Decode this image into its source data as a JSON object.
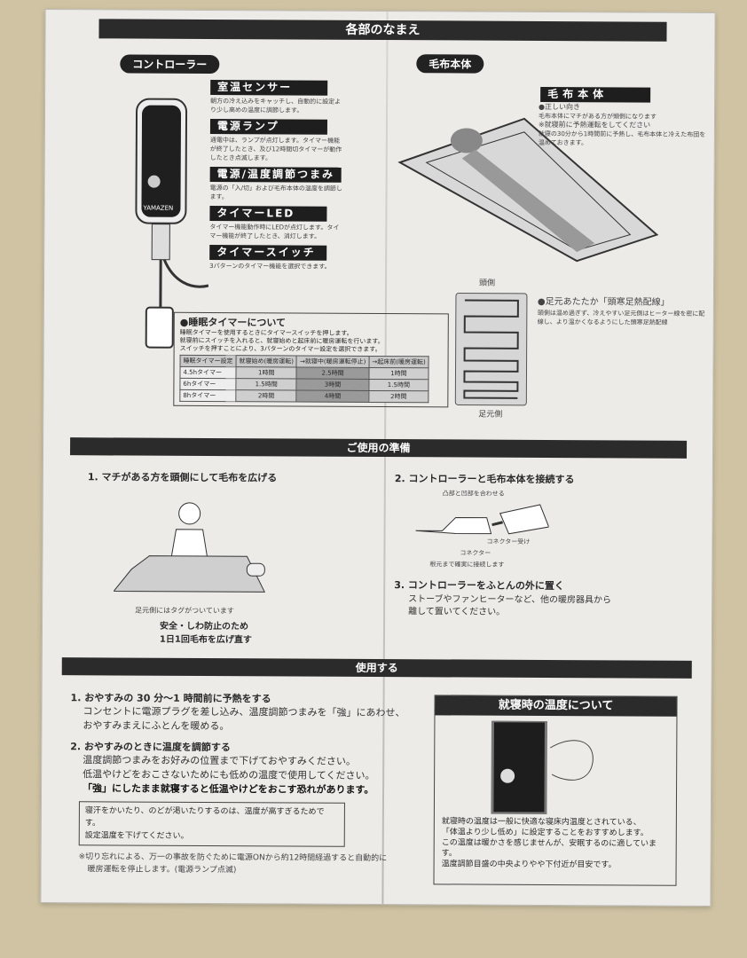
{
  "parts": {
    "title": "各部のなまえ",
    "controller": {
      "title": "コントローラー",
      "brand": "YAMAZEN",
      "items": [
        {
          "label": "室温センサー",
          "desc": "朝方の冷え込みをキャッチし、自動的に設定より少し高めの温度に調節します。"
        },
        {
          "label": "電源ランプ",
          "desc": "通電中は、ランプが点灯します。タイマー機能が終了したとき、及び12時間切タイマーが動作したとき点滅します。"
        },
        {
          "label": "電源/温度調節つまみ",
          "desc": "電源の「入/切」および毛布本体の温度を調節します。"
        },
        {
          "label": "タイマーLED",
          "desc": "タイマー機能動作時にLEDが点灯します。タイマー機能が終了したとき、消灯します。"
        },
        {
          "label": "タイマースイッチ",
          "desc": "3パターンのタイマー機能を選択できます。"
        }
      ]
    },
    "blanket": {
      "title": "毛布本体",
      "label": "毛布本体",
      "orientation_title": "●正しい向き",
      "orientation_desc": "毛布本体にマチがある方が頭側になります",
      "preheat_title": "※就寝前に予熱運転をしてください",
      "preheat_desc": "就寝の30分から1時間前に予熱し、毛布本体と冷えた布団を温めておきます。",
      "head_label": "頭側",
      "foot_label": "足元側",
      "feature_title": "●足元あたたか「頭寒足熱配線」",
      "feature_desc": "頭側は温め過ぎず、冷えやすい足元側はヒーター線を密に配線し、より温かくなるようにした頭寒足熱配線"
    },
    "timer": {
      "title": "●睡眠タイマーについて",
      "desc": [
        "睡眠タイマーを使用するときにタイマースイッチを押します。",
        "就寝前にスイッチを入れると、就寝始めと起床前に暖房運転を行います。",
        "スイッチを押すことにより、3パターンのタイマー設定を選択できます。"
      ],
      "headers": [
        "睡眠タイマー設定",
        "就寝始め(暖房運転)",
        "→就寝中(暖房運転停止)",
        "→起床前(暖房運転)"
      ],
      "rows": [
        [
          "4.5hタイマー",
          "1時間",
          "2.5時間",
          "1時間"
        ],
        [
          "6hタイマー",
          "1.5時間",
          "3時間",
          "1.5時間"
        ],
        [
          "8hタイマー",
          "2時間",
          "4時間",
          "2時間"
        ]
      ]
    }
  },
  "prep": {
    "title": "ご使用の準備",
    "step1": {
      "title": "1. マチがある方を頭側にして毛布を広げる",
      "tag_note": "足元側にはタグがついています",
      "note1": "安全・しわ防止のため",
      "note2": "1日1回毛布を広げ直す"
    },
    "step2": {
      "title": "2. コントローラーと毛布本体を接続する",
      "align": "凸部と凹部を合わせる",
      "receiver": "コネクター受け",
      "connector": "コネクター",
      "note": "根元まで確実に接続します"
    },
    "step3": {
      "title": "3. コントローラーをふとんの外に置く",
      "desc1": "ストーブやファンヒーターなど、他の暖房器具から",
      "desc2": "離して置いてください。"
    }
  },
  "use": {
    "title": "使用する",
    "step1": {
      "title": "1. おやすみの 30 分～1 時間前に予熱をする",
      "desc1": "コンセントに電源プラグを差し込み、温度調節つまみを「強」にあわせ、",
      "desc2": "おやすみまえにふとんを暖める。"
    },
    "step2": {
      "title": "2. おやすみのときに温度を調節する",
      "desc1": "温度調節つまみをお好みの位置まで下げておやすみください。",
      "desc2": "低温やけどをおこさないためにも低めの温度で使用してください。",
      "warn": "「強」にしたまま就寝すると低温やけどをおこす恐れがあります。"
    },
    "box": [
      "寝汗をかいたり、のどが渇いたりするのは、温度が高すぎるためです。",
      "設定温度を下げてください。"
    ],
    "footnote": [
      "※切り忘れによる、万一の事故を防ぐために電源ONから約12時間経過すると自動的に",
      "暖房運転を停止します。(電源ランプ点滅)"
    ],
    "bedtime": {
      "title": "就寝時の温度について",
      "lines": [
        "就寝時の温度は一般に快適な寝床内温度とされている、",
        "「体温より少し低め」に設定することをおすすめします。",
        "この温度は暖かさを感じませんが、安眠するのに適しています。",
        "温度調節目盛の中央よりやや下付近が目安です。"
      ]
    }
  }
}
